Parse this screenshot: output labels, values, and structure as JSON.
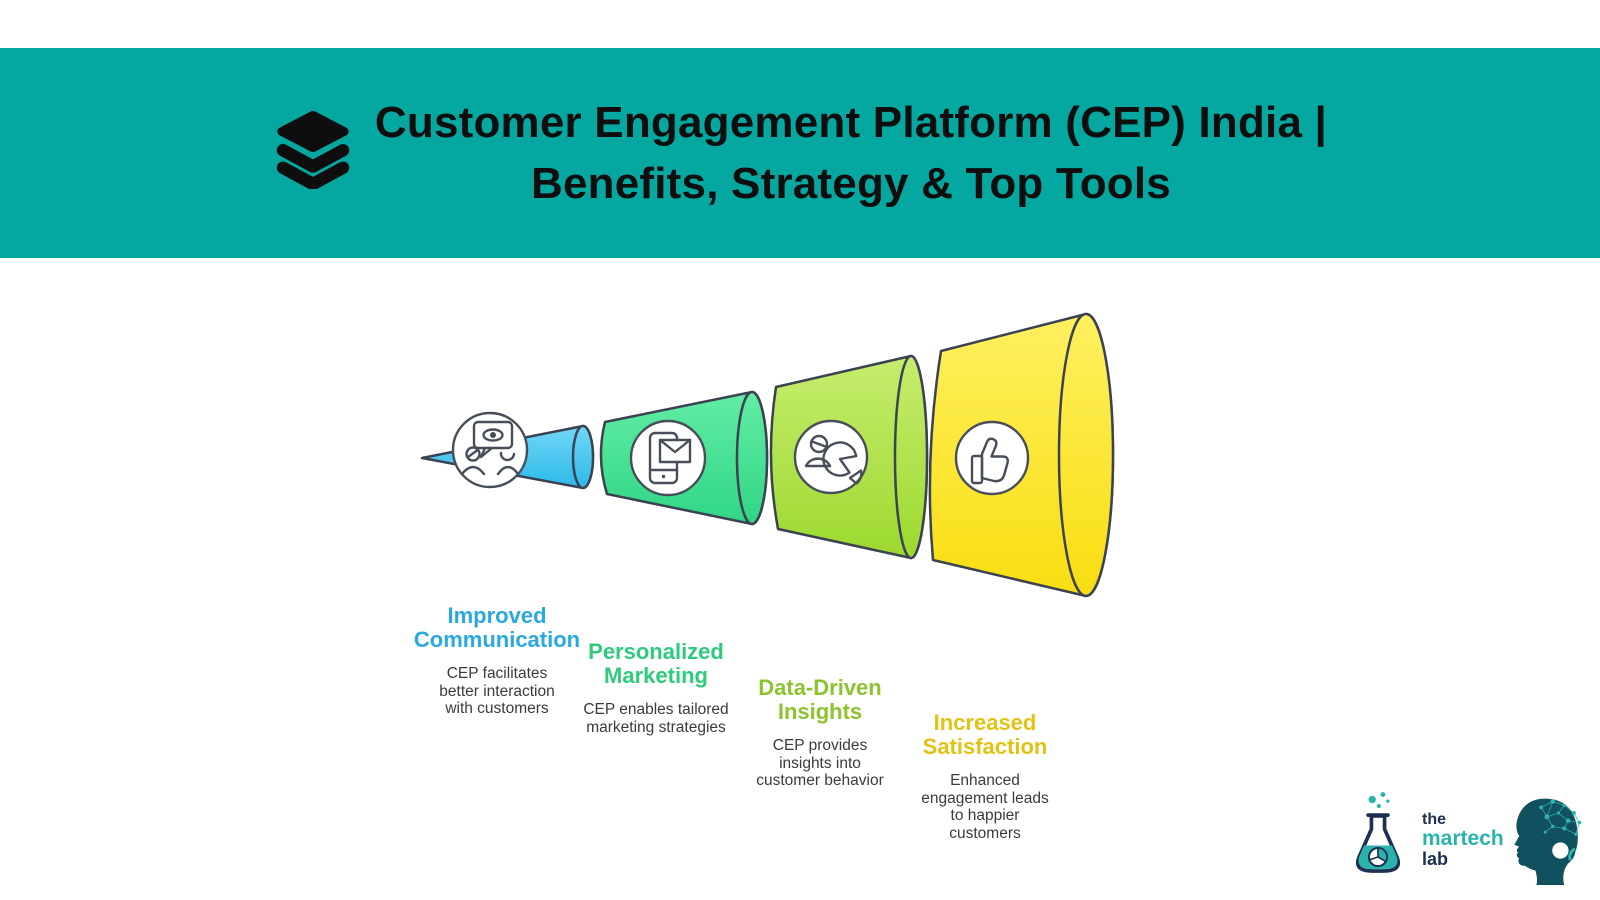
{
  "header": {
    "icon": "layers-icon",
    "title_line1": "Customer Engagement Platform (CEP) India |",
    "title_line2": "Benefits, Strategy & Top Tools",
    "background_color": "#04a8a1",
    "text_color": "#0e0e0e"
  },
  "funnel": {
    "type": "horizontal-funnel",
    "outline_color": "#3b4251",
    "stages": [
      {
        "name": "improved-communication",
        "icon": "people-conversation-eye-icon",
        "title_color": "#29a8e1",
        "fill_top": "#72d6f6",
        "fill_bottom": "#2cbaeb",
        "title_l1": "Improved",
        "title_l2": "Communication",
        "desc_l1": "CEP facilitates",
        "desc_l2": "better interaction",
        "desc_l3": "with customers",
        "description": "CEP facilitates better interaction with customers"
      },
      {
        "name": "personalized-marketing",
        "icon": "mobile-message-icon",
        "title_color": "#2fcb7d",
        "fill_top": "#62eda4",
        "fill_bottom": "#30d685",
        "title_l1": "Personalized",
        "title_l2": "Marketing",
        "desc_l1": "CEP enables tailored",
        "desc_l2": "marketing strategies",
        "description": "CEP enables tailored marketing strategies"
      },
      {
        "name": "data-driven-insights",
        "icon": "person-pie-chart-icon",
        "title_color": "#8cc32f",
        "fill_top": "#c6ed6e",
        "fill_bottom": "#9cd92f",
        "title_l1": "Data-Driven",
        "title_l2": "Insights",
        "desc_l1": "CEP provides",
        "desc_l2": "insights into",
        "desc_l3": "customer behavior",
        "description": "CEP provides insights into customer behavior"
      },
      {
        "name": "increased-satisfaction",
        "icon": "thumbs-up-icon",
        "title_color": "#e2c315",
        "fill_top": "#fff060",
        "fill_bottom": "#f8de10",
        "title_l1": "Increased",
        "title_l2": "Satisfaction",
        "desc_l1": "Enhanced",
        "desc_l2": "engagement leads",
        "desc_l3": "to happier",
        "desc_l4": "customers",
        "description": "Enhanced engagement leads to happier customers"
      }
    ],
    "description_color": "#3b3b3b"
  },
  "footer": {
    "martechlab_logo": {
      "icon": "lab-flask-icon",
      "word1": "the",
      "word2": "martech",
      "word3": "lab",
      "navy_color": "#1d3052",
      "teal_color": "#2ab3ac"
    },
    "head_logo": {
      "icon": "ai-head-network-icon",
      "silhouette_color": "#11505f",
      "network_color": "#2fb3ab"
    }
  }
}
